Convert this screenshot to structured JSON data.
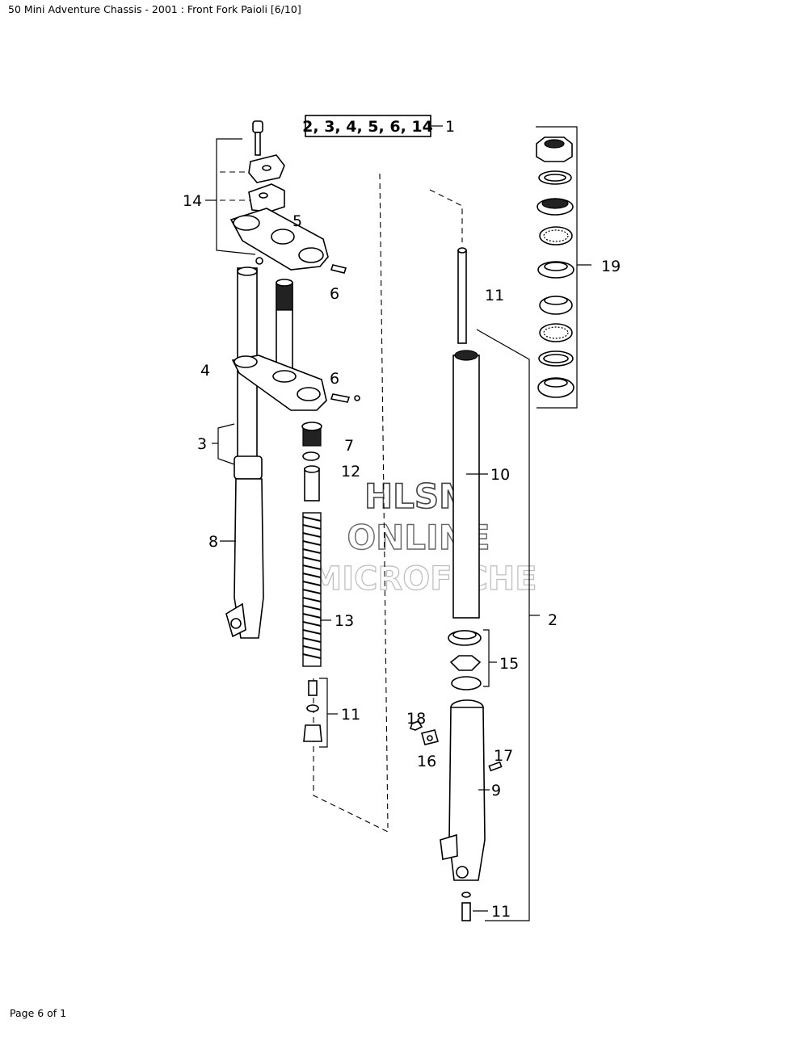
{
  "header": {
    "title": "50 Mini Adventure Chassis - 2001 : Front Fork Paioli [6/10]"
  },
  "footer": {
    "page": "Page 6 of 1"
  },
  "watermark": {
    "line1": "HLSM",
    "line2": "ONLINE",
    "line3": "MICROFICHE"
  },
  "kit_box": {
    "text": "2, 3, 4, 5, 6, 14",
    "ref": "1"
  },
  "callouts": {
    "c14": "14",
    "c5": "5",
    "c6a": "6",
    "c4": "4",
    "c6b": "6",
    "c3": "3",
    "c7": "7",
    "c12": "12",
    "c8": "8",
    "c13": "13",
    "c11a": "11",
    "c11b": "11",
    "c10": "10",
    "c2": "2",
    "c15": "15",
    "c18": "18",
    "c16": "16",
    "c17": "17",
    "c9": "9",
    "c11c": "11",
    "c19": "19"
  }
}
